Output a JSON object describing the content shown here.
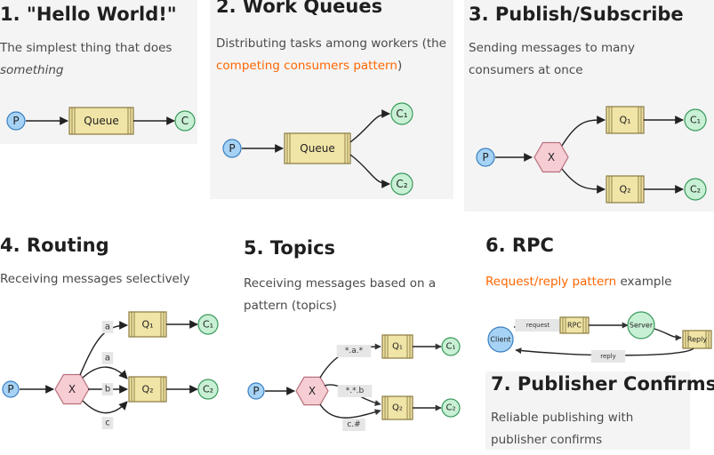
{
  "colors": {
    "producer_fill": "#a6d3f5",
    "producer_stroke": "#3a7fc1",
    "consumer_fill": "#c8f0d4",
    "consumer_stroke": "#3a9a5c",
    "queue_fill": "#f0e4a6",
    "queue_stroke": "#8a7a40",
    "exchange_fill": "#f7cdd4",
    "exchange_stroke": "#b8707c",
    "link_orange": "#ff6600",
    "card_background": "#f4f4f4"
  },
  "tutorials": [
    {
      "title": "1. \"Hello World!\"",
      "description_prefix": "The simplest thing that does",
      "description_emphasis": "something",
      "diagram": {
        "producer": "P",
        "queue": "Queue",
        "consumer": "C"
      }
    },
    {
      "title": "2. Work Queues",
      "description_prefix": "Distributing tasks among workers (the",
      "description_link": "competing consumers pattern",
      "description_suffix": ")",
      "diagram": {
        "producer": "P",
        "queue": "Queue",
        "consumers": [
          "C₁",
          "C₂"
        ]
      }
    },
    {
      "title": "3. Publish/Subscribe",
      "description": "Sending messages to many consumers at once",
      "diagram": {
        "producer": "P",
        "exchange": "X",
        "queues": [
          "Q₁",
          "Q₂"
        ],
        "consumers": [
          "C₁",
          "C₂"
        ]
      }
    },
    {
      "title": "4. Routing",
      "description": "Receiving messages selectively",
      "diagram": {
        "producer": "P",
        "exchange": "X",
        "queues": [
          "Q₁",
          "Q₂"
        ],
        "consumers": [
          "C₁",
          "C₂"
        ],
        "binding_keys": [
          "a",
          "a",
          "b",
          "c"
        ]
      }
    },
    {
      "title": "5. Topics",
      "description": "Receiving messages based on a pattern (topics)",
      "diagram": {
        "producer": "P",
        "exchange": "X",
        "queues": [
          "Q₁",
          "Q₂"
        ],
        "consumers": [
          "C₁",
          "C₂"
        ],
        "binding_keys": [
          "*.a.*",
          "*.*.b",
          "c.#"
        ]
      }
    },
    {
      "title": "6. RPC",
      "description_link": "Request/reply pattern",
      "description_suffix": " example",
      "diagram": {
        "client": "Client",
        "request_label": "request",
        "queue": "RPC",
        "server": "Server",
        "reply_queue": "Reply",
        "reply_label": "reply"
      }
    },
    {
      "title": "7. Publisher Confirms",
      "description": "Reliable publishing with publisher confirms"
    }
  ]
}
